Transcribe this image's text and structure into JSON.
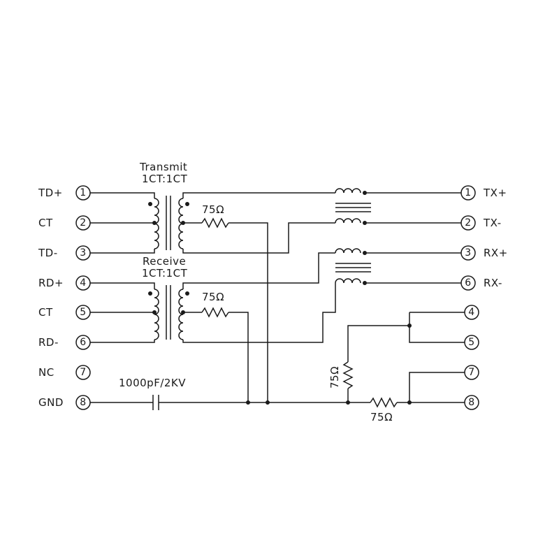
{
  "transformers": {
    "transmit": {
      "title": "Transmit",
      "ratio": "1CT:1CT"
    },
    "receive": {
      "title": "Receive",
      "ratio": "1CT:1CT"
    }
  },
  "left_pins": [
    {
      "label": "TD+",
      "num": "1"
    },
    {
      "label": "CT",
      "num": "2"
    },
    {
      "label": "TD-",
      "num": "3"
    },
    {
      "label": "RD+",
      "num": "4"
    },
    {
      "label": "CT",
      "num": "5"
    },
    {
      "label": "RD-",
      "num": "6"
    },
    {
      "label": "NC",
      "num": "7"
    },
    {
      "label": "GND",
      "num": "8"
    }
  ],
  "right_pins": [
    {
      "label": "TX+",
      "num": "1"
    },
    {
      "label": "TX-",
      "num": "2"
    },
    {
      "label": "RX+",
      "num": "3"
    },
    {
      "label": "RX-",
      "num": "6"
    },
    {
      "label": "",
      "num": "4"
    },
    {
      "label": "",
      "num": "5"
    },
    {
      "label": "",
      "num": "7"
    },
    {
      "label": "",
      "num": "8"
    }
  ],
  "components": {
    "r_transmit": "75Ω",
    "r_receive": "75Ω",
    "r_vertical": "75Ω",
    "r_horizontal": "75Ω",
    "capacitor": "1000pF/2KV"
  }
}
